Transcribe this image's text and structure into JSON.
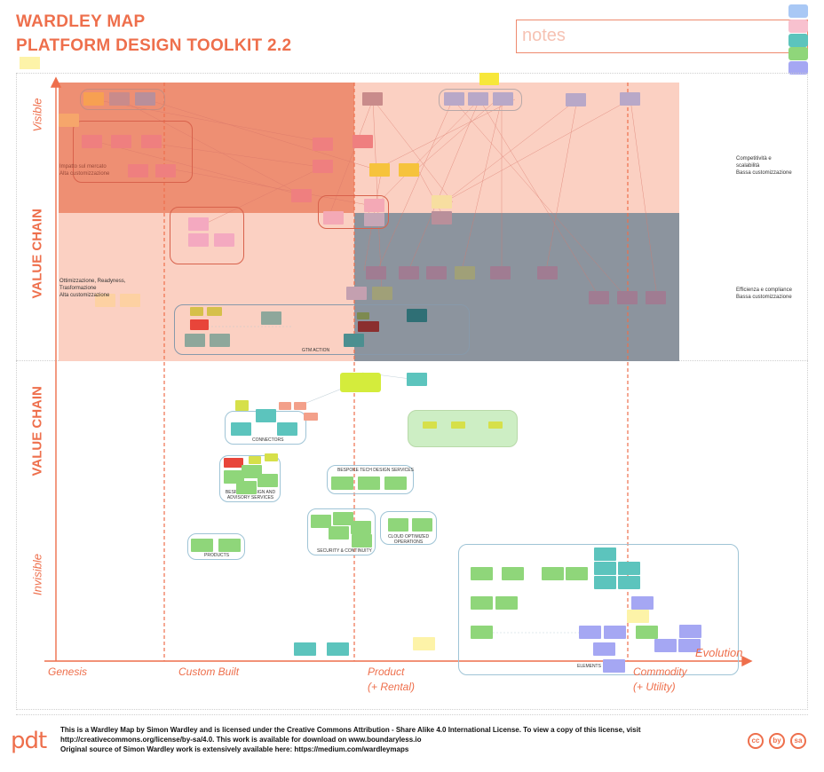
{
  "header": {
    "title_line1": "WARDLEY MAP",
    "title_line2": "PLATFORM DESIGN TOOLKIT 2.2",
    "notes_label": "notes"
  },
  "colors": {
    "accent": "#ee6f4c",
    "swatches": [
      "#a9c8f5",
      "#f8c1cf",
      "#5cc4bd",
      "#8fd67a",
      "#a5a7f3"
    ]
  },
  "axis": {
    "visible": "Visible",
    "invisible": "Invisible",
    "value_chain_top": "VALUE CHAIN",
    "value_chain_bottom": "VALUE CHAIN",
    "stages": [
      "Genesis",
      "Custom Built",
      "Product",
      "(+ Rental)",
      "Commodity",
      "(+ Utility)"
    ],
    "evolution": "Evolution"
  },
  "notes_left": {
    "top": [
      "Impatto sul mercato",
      "Alta customizzazione"
    ],
    "middle": [
      "Ottimizzazione, Readyness,",
      "Trasformazione",
      "Alta customizzazione"
    ]
  },
  "notes_right": {
    "top": [
      "Competitività e",
      "scalabilità",
      "Bassa customizzazione"
    ],
    "bottom": [
      "Efficienza e compliance",
      "Bassa customizzazione"
    ]
  },
  "clusters": {
    "connectors": "CONNECTORS",
    "bespoke_tech": "BESPOKE TECH DESIGN SERVICES",
    "business": "BESPOKE DESIGN AND ADVISORY SERVICES",
    "security": "SECURITY & CONTINUITY",
    "cloud": "CLOUD OPTIMIZED OPERATIONS",
    "products": "PRODUCTS",
    "elements": "ELEMENTS",
    "gtm": "GTM ACTION"
  },
  "footer": {
    "line1": "This is a Wardley Map by Simon Wardley and is licensed under the Creative Commons Attribution - Share Alike 4.0 International License. To view a copy of this license, visit",
    "line2": "http://creativecommons.org/license/by-sa/4.0. This work is available for download on www.boundaryless.io",
    "line3": "Original source of Simon Wardley work is extensively available here: https://medium.com/wardleymaps",
    "logo": "pdt",
    "cc_icons": [
      "cc",
      "by",
      "sa"
    ]
  }
}
